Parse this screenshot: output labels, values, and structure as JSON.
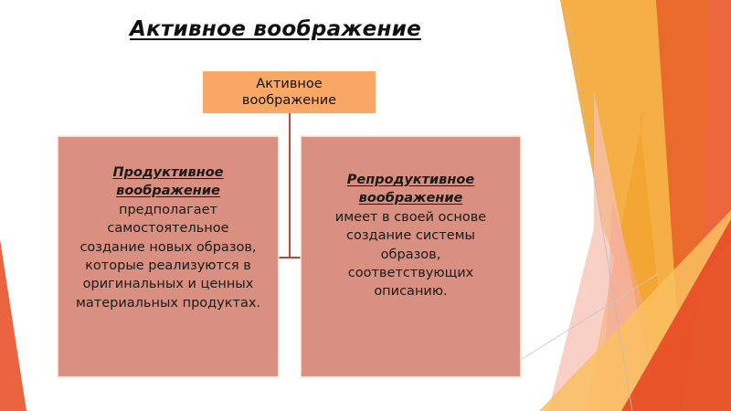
{
  "slide": {
    "title": "Активное воображение"
  },
  "diagram": {
    "root": {
      "lines": [
        "Активное",
        "воображение"
      ]
    },
    "children": [
      {
        "heading_lines": [
          "Продуктивное",
          "воображение"
        ],
        "body_lines": [
          "предполагает",
          "самостоятельное",
          "создание новых образов,",
          "которые реализуются в",
          "оригинальных и ценных",
          "материальных продуктах."
        ]
      },
      {
        "heading_lines": [
          "Репродуктивное",
          "воображение"
        ],
        "body_lines": [
          "имеет в своей основе",
          "создание системы",
          "образов,",
          "соответствующих",
          "описанию."
        ]
      }
    ]
  },
  "colors": {
    "root_fill": "#F9A866",
    "child_fill": "#D99080",
    "connector": "#B84A3B",
    "accent_orange": "#F5AF45",
    "accent_red": "#E8532A"
  }
}
